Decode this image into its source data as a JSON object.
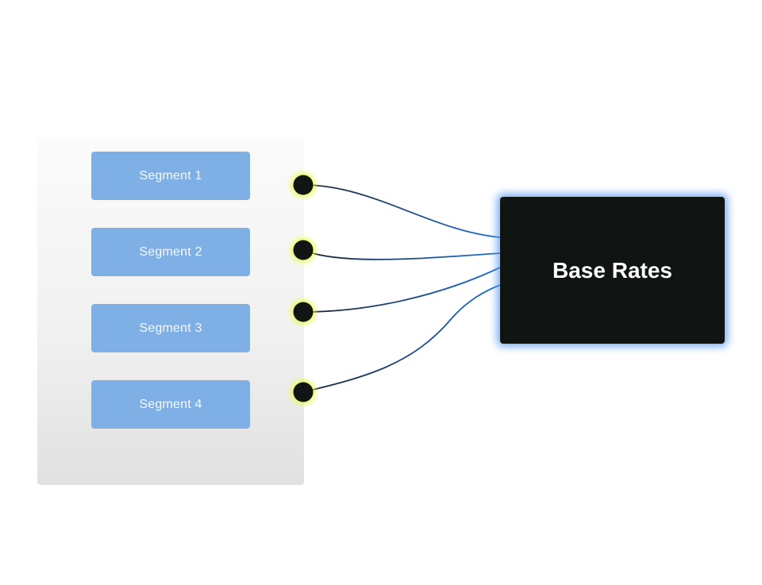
{
  "segments": [
    {
      "label": "Segment 1"
    },
    {
      "label": "Segment 2"
    },
    {
      "label": "Segment 3"
    },
    {
      "label": "Segment 4"
    }
  ],
  "target": {
    "label": "Base Rates"
  },
  "colors": {
    "segment_fill": "#7fb0e5",
    "target_fill": "#101514",
    "target_glow": "#5096f0",
    "port_fill": "#111514",
    "port_glow": "#e6ff3c",
    "wire_start": "#1a2230",
    "wire_end": "#1f6fd6"
  }
}
